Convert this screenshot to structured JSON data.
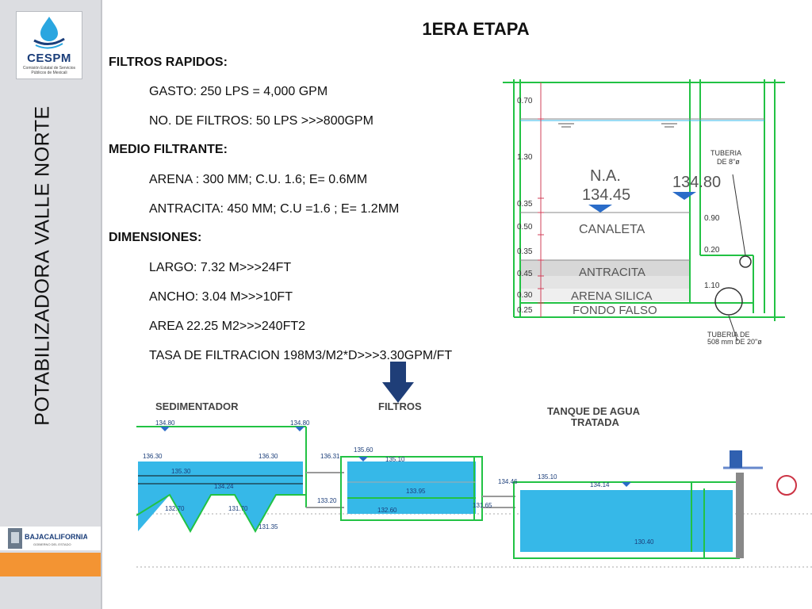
{
  "sidebar": {
    "logo_text": "CESPM",
    "logo_subtitle": "Comisión Estatal de Servicios Públicos de Mexicali",
    "vertical_title": "POTABILIZADORA   VALLE  NORTE",
    "footer_logo_text": "BAJACALIFORNIA",
    "footer_logo_sub": "GOBIERNO DEL ESTADO"
  },
  "title": "1ERA ETAPA",
  "content": [
    {
      "type": "heading",
      "text": "FILTROS RAPIDOS:"
    },
    {
      "type": "item",
      "text": "GASTO: 250 LPS = 4,000 GPM"
    },
    {
      "type": "item",
      "text": "NO. DE FILTROS: 50 LPS >>>800GPM"
    },
    {
      "type": "heading",
      "text": "MEDIO FILTRANTE:"
    },
    {
      "type": "item",
      "text": "ARENA : 300 MM; C.U. 1.6; E= 0.6MM"
    },
    {
      "type": "item",
      "text": "ANTRACITA: 450 MM; C.U =1.6 ; E= 1.2MM"
    },
    {
      "type": "heading",
      "text": "DIMENSIONES:"
    },
    {
      "type": "item",
      "text": "LARGO: 7.32 M>>>24FT"
    },
    {
      "type": "item",
      "text": "ANCHO: 3.04 M>>>10FT"
    },
    {
      "type": "item",
      "text": "AREA 22.25 M2>>>240FT2"
    },
    {
      "type": "item",
      "text": "TASA DE FILTRACION 198M3/M2*D>>>3.30GPM/FT"
    }
  ],
  "filter_section": {
    "dims": [
      "0.70",
      "1.30",
      "0.35",
      "0.50",
      "0.35",
      "0.45",
      "0.30",
      "0.25"
    ],
    "na_label": "N.A.",
    "na_value": "134.45",
    "right_level": "134.80",
    "canaleta": "CANALETA",
    "antracita": "ANTRACITA",
    "arena": "ARENA SILICA",
    "fondo": "FONDO FALSO",
    "pipe_top_line1": "TUBERIA",
    "pipe_top_line2": "DE 8\"ø",
    "pipe_bottom_line1": "TUBERIA DE",
    "pipe_bottom_line2": "508 mm DE 20\"ø",
    "right_dims": [
      "0.90",
      "0.20",
      "1.10"
    ]
  },
  "profile": {
    "sedimentador": "SEDIMENTADOR",
    "filtros": "FILTROS",
    "tanque_line1": "TANQUE DE AGUA",
    "tanque_line2": "TRATADA",
    "levels": [
      "134.80",
      "134.80",
      "136.30",
      "136.30",
      "135.30",
      "134.24",
      "132.70",
      "131.70",
      "131.35",
      "136.31",
      "135.60",
      "135.10",
      "133.95",
      "133.20",
      "132.60",
      "131.65",
      "134.46",
      "135.10",
      "134.14",
      "130.40"
    ]
  },
  "colors": {
    "water": "#36b8e8",
    "wall": "#22c244",
    "level_marker": "#2a6cc8",
    "arrow": "#1f3e78",
    "orange_band": "#f39433"
  }
}
